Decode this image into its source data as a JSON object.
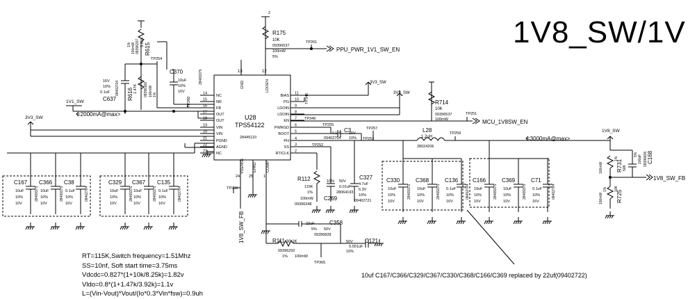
{
  "title": "1V8_SW/1V",
  "ic": {
    "ref": "U28",
    "part": "TPS54122",
    "pn": "28445110"
  },
  "pins_left": [
    {
      "num": "14",
      "name": "NC"
    },
    {
      "num": "15",
      "name": "NR"
    },
    {
      "num": "16",
      "name": "FB"
    },
    {
      "num": "17",
      "name": "OUT"
    },
    {
      "num": "18",
      "name": "OUT"
    },
    {
      "num": "19",
      "name": "VIN"
    },
    {
      "num": "20",
      "name": "VIN"
    },
    {
      "num": "21",
      "name": "PGND"
    },
    {
      "num": "22",
      "name": "AGND"
    },
    {
      "num": "23",
      "name": "NC"
    }
  ],
  "pins_right": [
    {
      "num": "11",
      "name": "BIAS"
    },
    {
      "num": "10",
      "name": "PG"
    },
    {
      "num": "9",
      "name": "LDOIN"
    },
    {
      "num": "8",
      "name": "LDOIN"
    },
    {
      "num": "7",
      "name": "EN"
    },
    {
      "num": "6",
      "name": "PWRGD"
    },
    {
      "num": "5",
      "name": "BOOT"
    },
    {
      "num": "4",
      "name": "PH"
    },
    {
      "num": "3",
      "name": "SS"
    },
    {
      "num": "2",
      "name": "RT/CLK"
    }
  ],
  "pins_top": [
    {
      "num": "13",
      "name": "GND"
    },
    {
      "num": "12",
      "name": "LDOEN"
    }
  ],
  "pins_bottom": [
    {
      "num": "24",
      "name": "VSENSE"
    },
    {
      "num": "25",
      "name": "EPAD"
    },
    {
      "num": "1",
      "name": "COMP"
    }
  ],
  "nets": {
    "ppu": "PPU_PWR_1V1_SW_EN",
    "mcu": "MCU_1V8SW_EN",
    "v3v3": "3V3_SW",
    "v1v1": "1V1_SW",
    "v1v8": "1V8_SW",
    "fb": "1V8_SW_FB",
    "i2000": "<2000mA@max>",
    "i3000": "<3000mA@max>"
  },
  "testpoints": {
    "tp261": "TP261",
    "tp254": "TP254",
    "tp260": "TP260",
    "tp346": "TP346",
    "tp349": "TP349",
    "tp255": "TP255",
    "tp257": "TP257",
    "tp253": "TP253",
    "tp252": "TP252",
    "tp259": "TP259",
    "tp251": "TP251",
    "tp258": "TP258",
    "tp365": "TP365"
  },
  "parts": {
    "r175": {
      "ref": "R175",
      "l1": "10K",
      "l2": "09396537",
      "l3": "100mW",
      "l4": "5%"
    },
    "r615": {
      "ref": "R615",
      "l1": "3.92K",
      "l2": "09396207",
      "l3": "100mW",
      "l4": "1%"
    },
    "r616": {
      "ref": "R616",
      "l1": "1.47K",
      "l2": "09396166",
      "l3": "100mW",
      "l4": "1%"
    },
    "c637": {
      "ref": "C637",
      "l1": "16V",
      "l2": "10%",
      "l3": "0.1uF",
      "l4": "09402704"
    },
    "c370": {
      "ref": "C370",
      "l1": "10uF",
      "l2": "10%",
      "l3": "10V",
      "l4": "28469375"
    },
    "r714": {
      "ref": "R714",
      "l1": "10K",
      "l2": "09396537",
      "l3": "100mW"
    },
    "c3": {
      "ref": "C3",
      "l1": "0.1uF",
      "l2": "09402704",
      "l3": "10%",
      "l4": "16V"
    },
    "l28": {
      "ref": "L28",
      "l1": "1.2uH",
      "l2": "28024206"
    },
    "r112": {
      "ref": "R112",
      "l1": "115K",
      "l2": "1%",
      "l3": "100mW",
      "l4": "09396348"
    },
    "c269": {
      "ref": "C269",
      "l1": "10%",
      "l2": "50V",
      "l3": "0.01uF",
      "l4": "28064193"
    },
    "c327": {
      "ref": "C327",
      "l1": "4.7uF",
      "l2": "6.3V",
      "l3": "10%",
      "l4": "09402721"
    },
    "c358": {
      "ref": "C358",
      "l1": "22uF",
      "l2": "5%",
      "l3": "50V",
      "l4": "09396828"
    },
    "r111": {
      "ref": "R111",
      "l1": "30.1K",
      "l2": "09396292",
      "l3": "1%",
      "l4": "100mW"
    },
    "c121": {
      "ref": "C121",
      "l1": "50V",
      "l2": "0.001uF",
      "l3": "10%"
    },
    "r731": {
      "ref": "R731",
      "l1": "100mW",
      "l2": "50K",
      "l3": "1%"
    },
    "c168": {
      "ref": "C168",
      "l1": "09396836",
      "l2": "100pF",
      "l3": "5%"
    },
    "r725": {
      "ref": "R725",
      "l1": "100mW",
      "l2": "10K",
      "l3": "1%"
    }
  },
  "caps_left": [
    {
      "ref": "C167",
      "v1": "10uF",
      "v2": "10%",
      "v3": "10V",
      "pn": "28469375"
    },
    {
      "ref": "C366",
      "v1": "10uF",
      "v2": "10%",
      "v3": "10V",
      "pn": "28469375"
    },
    {
      "ref": "C38",
      "v1": "0.1uF",
      "v2": "10%",
      "v3": "16V",
      "pn": "09402704"
    },
    {
      "ref": "C329",
      "v1": "10uF",
      "v2": "10%",
      "v3": "10V",
      "pn": "28469375"
    },
    {
      "ref": "C367",
      "v1": "10uF",
      "v2": "10%",
      "v3": "10V",
      "pn": "28469375"
    },
    {
      "ref": "C135",
      "v1": "0.1uF",
      "v2": "10%",
      "v3": "16V",
      "pn": "09402704"
    }
  ],
  "caps_right": [
    {
      "ref": "C330",
      "v1": "10uF",
      "v2": "10%",
      "v3": "10V",
      "pn": "28469375"
    },
    {
      "ref": "C368",
      "v1": "10uF",
      "v2": "10%",
      "v3": "10V",
      "pn": "28469375"
    },
    {
      "ref": "C136",
      "v1": "0.1uF",
      "v2": "10%",
      "v3": "16V",
      "pn": "09402704"
    },
    {
      "ref": "C166",
      "v1": "10uF",
      "v2": "10%",
      "v3": "10V",
      "pn": "28469375"
    },
    {
      "ref": "C369",
      "v1": "10uF",
      "v2": "10%",
      "v3": "10V",
      "pn": "28469375"
    },
    {
      "ref": "C71",
      "v1": "0.1uF",
      "v2": "10%",
      "v3": "16V",
      "pn": "09402704"
    }
  ],
  "notes": [
    "RT=115K,Switch frequency=1.51Mhz",
    "SS=10nf, Soft start time=3.75ms",
    "Vdcdc=0.827*(1+10k/8.25k)=1.82v",
    "Vldo=0.8*(1+1.47k/3.92k)=1.1v",
    "L=(Vin-Vout)*Vout/(Io*0.3*Vin*fsw)=0.9uh"
  ],
  "replace_note": "10uf C167/C366/C329/C367/C330/C368/C166/C369 replaced by 22uf(09402722)"
}
